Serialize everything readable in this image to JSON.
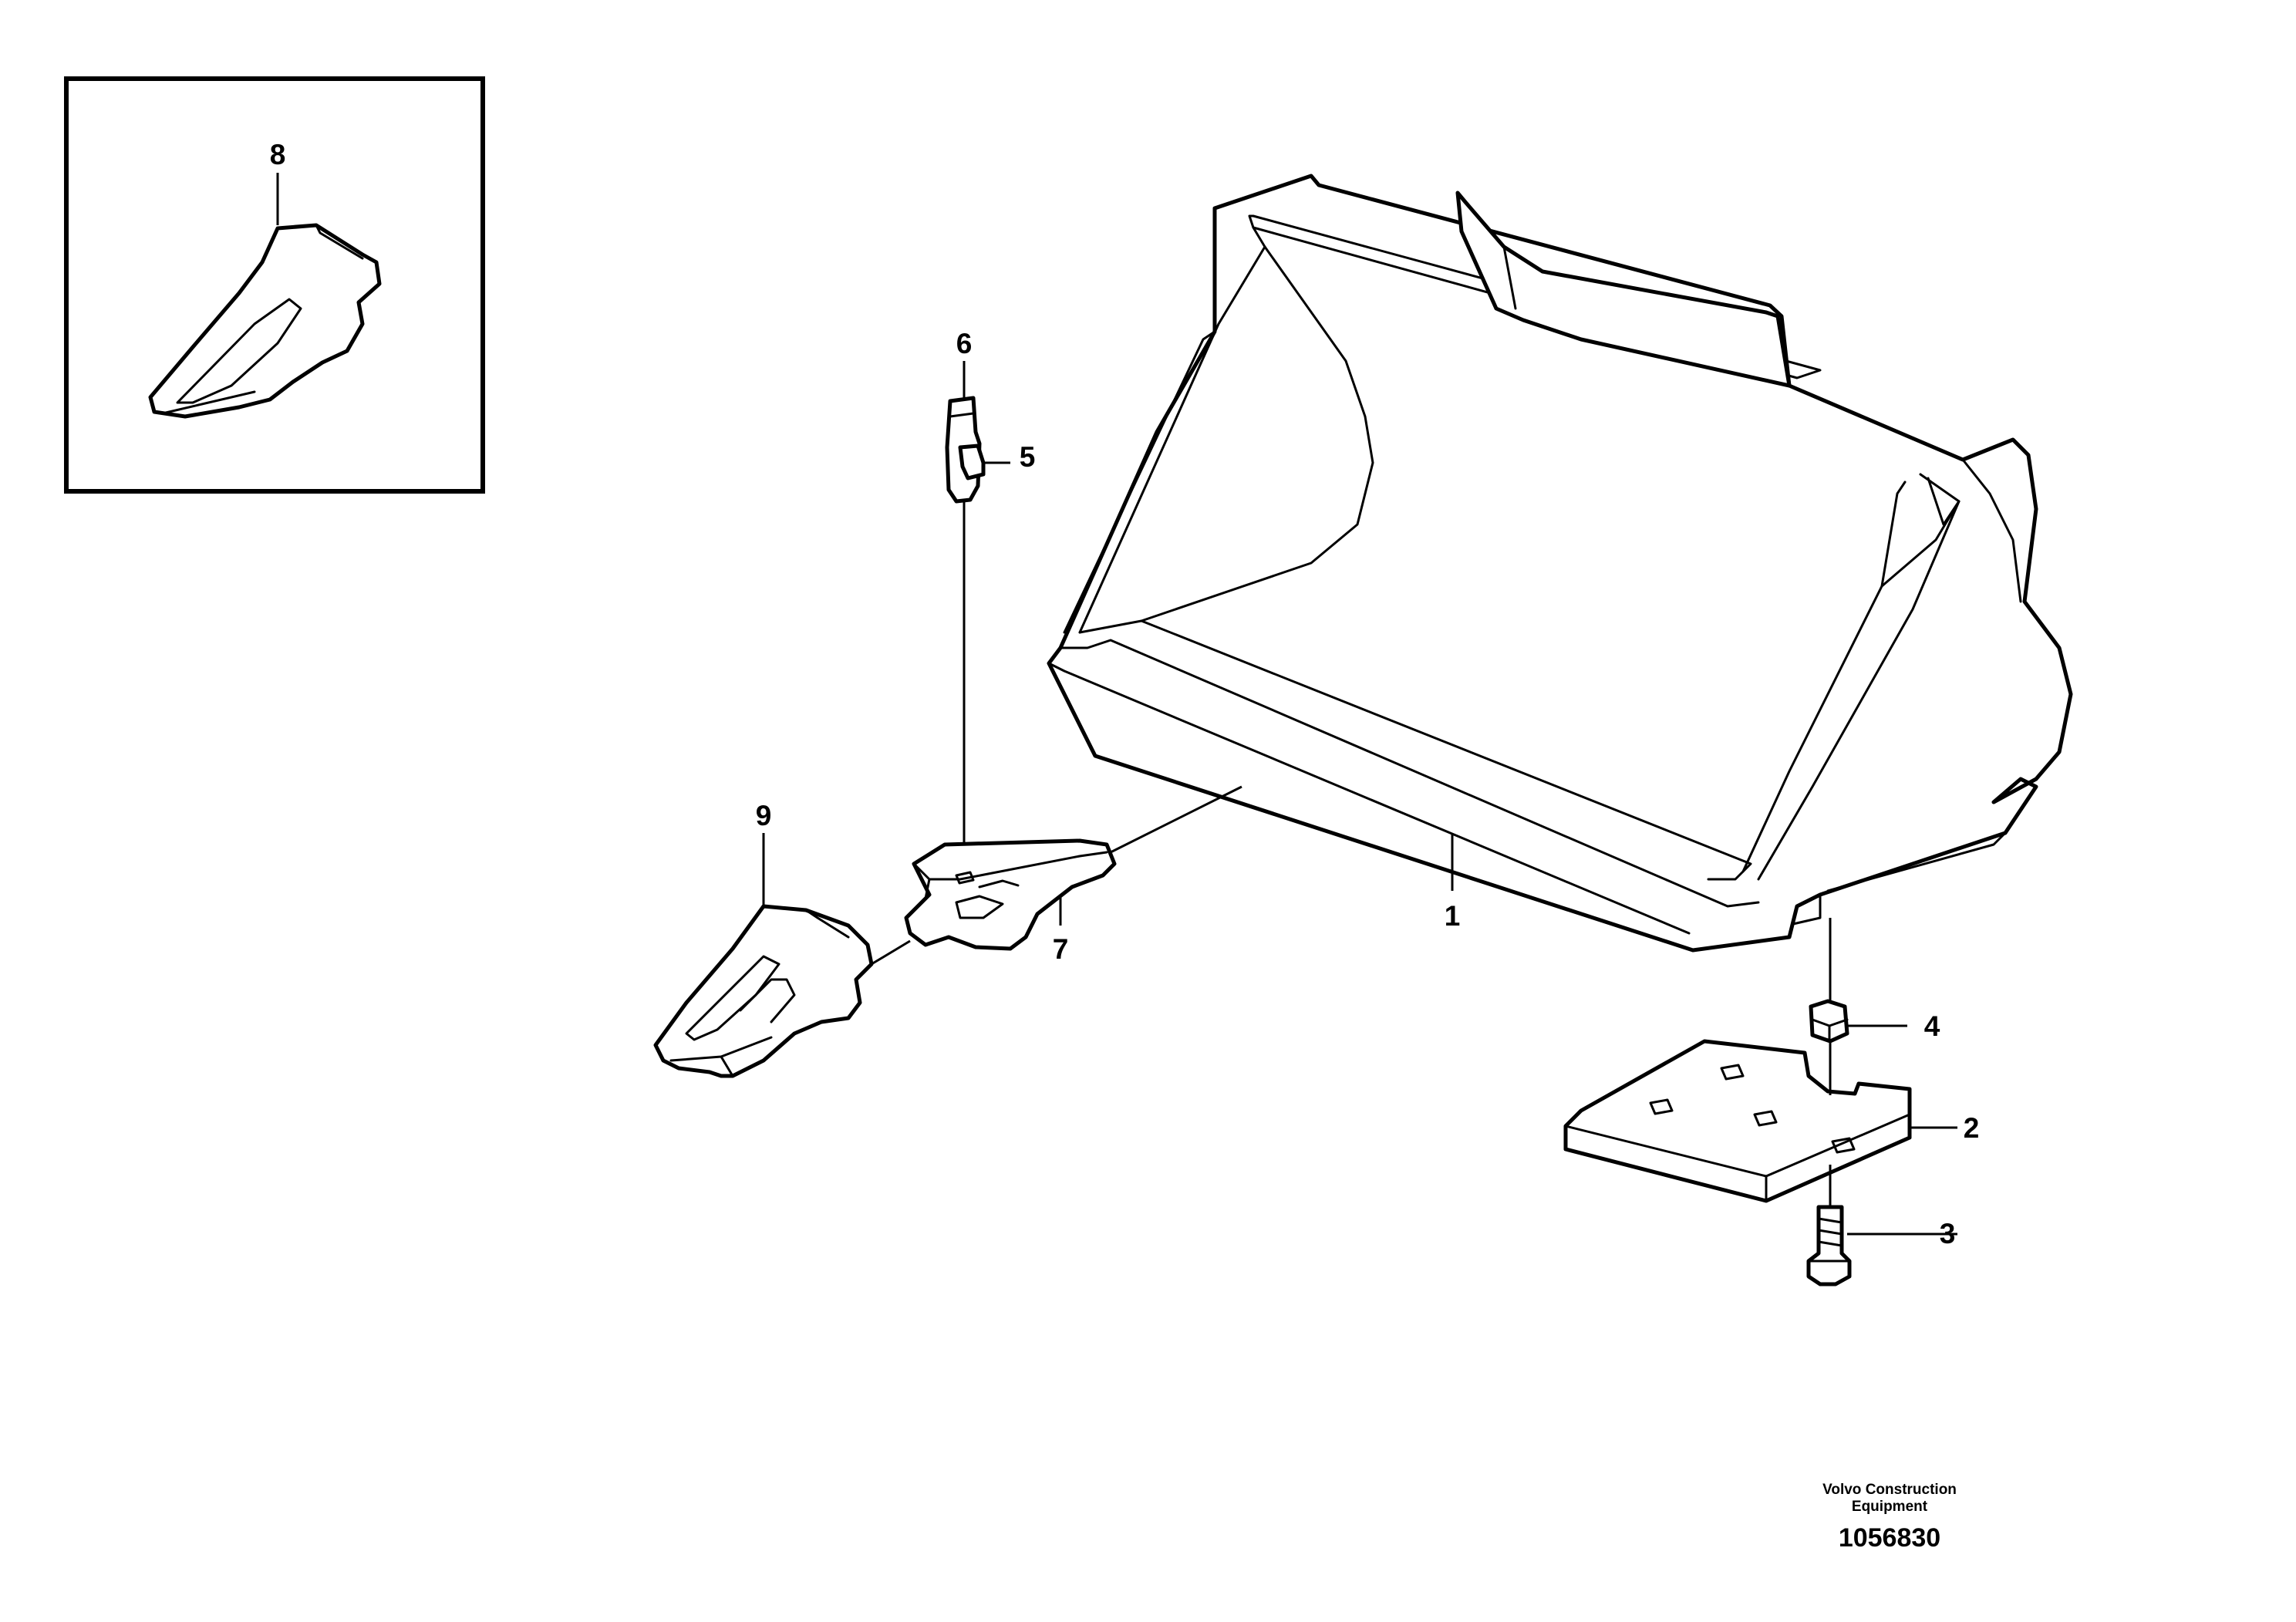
{
  "callouts": {
    "c1": "1",
    "c2": "2",
    "c3": "3",
    "c4": "4",
    "c5": "5",
    "c6": "6",
    "c7": "7",
    "c8": "8",
    "c9": "9"
  },
  "footer": {
    "maker_line1": "Volvo Construction",
    "maker_line2": "Equipment",
    "drawing_number": "1056830"
  }
}
